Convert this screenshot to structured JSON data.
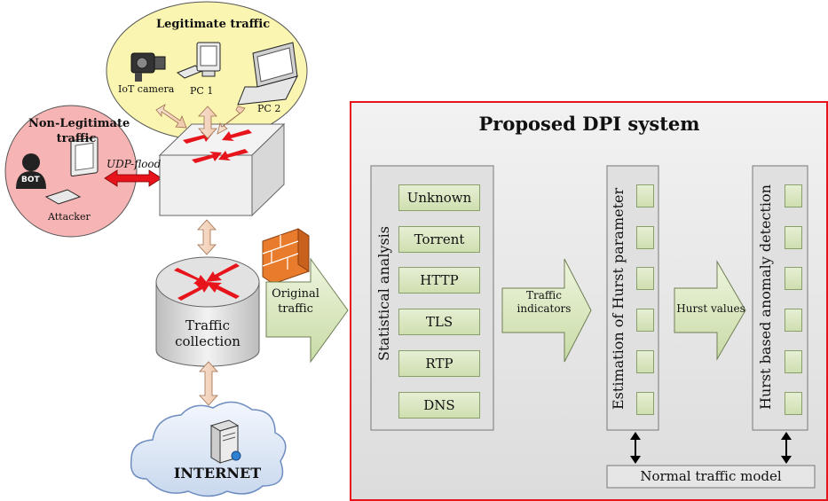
{
  "legit": {
    "title": "Legitimate traffic",
    "iot": "IoT camera",
    "pc1": "PC 1",
    "pc2": "PC 2"
  },
  "nonlegit": {
    "title_line1": "Non-Legitimate",
    "title_line2": "traffic",
    "flood": "UDP-flood",
    "bot": "BOT",
    "attacker": "Attacker"
  },
  "collection": {
    "line1": "Traffic",
    "line2": "collection"
  },
  "original": {
    "line1": "Original",
    "line2": "traffic"
  },
  "internet": "INTERNET",
  "dpi": {
    "title": "Proposed DPI system",
    "stat_label": "Statistical analysis",
    "protocols": [
      "Unknown",
      "Torrent",
      "HTTP",
      "TLS",
      "RTP",
      "DNS"
    ],
    "ind_line1": "Traffic",
    "ind_line2": "indicators",
    "hurst_est": "Estimation of Hurst  parameter",
    "hurst_values": "Hurst values",
    "anomaly": "Hurst based anomaly detection",
    "model": "Normal traffic model"
  },
  "colors": {
    "frame": "#e8141b",
    "legit_bg": "#faf5b0",
    "nonlegit_bg": "#f7b4b4",
    "arrow_red": "#e8141b",
    "green_light": "#e6efd4",
    "green_dark": "#cfdfb0"
  }
}
